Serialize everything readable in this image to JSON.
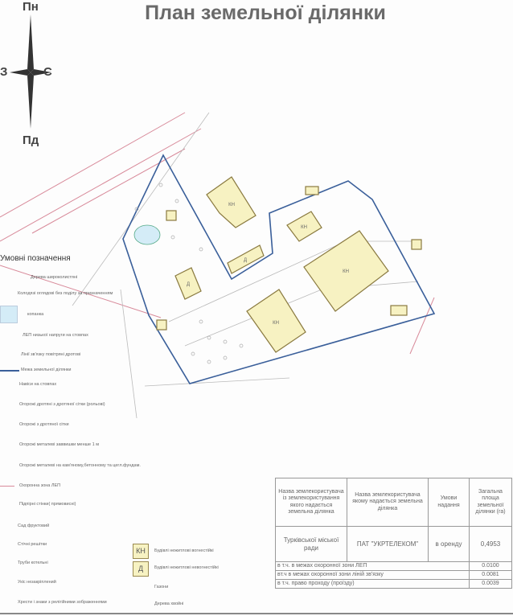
{
  "title": "План земельної ділянки",
  "compass": {
    "north": "Пн",
    "south": "Пд",
    "west": "З",
    "east": "С"
  },
  "legend": {
    "title": "Умовні позначення",
    "items": [
      "Дерева широколистяні",
      "Колодязі оглядові без поділу за призначенням",
      "копанка",
      "ЛЕП низької напруги на стовпах",
      "Лінії зв'язку повітряні дротові",
      "Межа земельної ділянки",
      "Навіси на стовпах",
      "Огорожі дротяні з дротяної сітки (рольові)",
      "Огорожі з дротяної сітки",
      "Огорожі металеві заввишки менше 1 м",
      "Огорожі металеві на кам'яному,бетонному та цегл.фундам.",
      "Охоронна зона ЛЕП",
      "Підпірні стінки( прямовисні)",
      "Сад фруктовий",
      "Стічні решітки",
      "Труби котельні",
      "Укіс незакріплений",
      "Хрести і знаки з релігійними зображеннями"
    ],
    "right_items": [
      {
        "code": "КН",
        "label": "Будівлі нежитлові вогнестійкі"
      },
      {
        "code": "Д",
        "label": "Будівлі нежитлові невогнестійкі"
      },
      {
        "code": "",
        "label": "Газони"
      },
      {
        "code": "",
        "label": "Дерева хвойні"
      }
    ]
  },
  "table": {
    "headers": [
      "Назва землекористувача із землекористування якого надається земельна ділянка",
      "Назва землекористувача якому надається земельна ділянка",
      "Умови надання",
      "Загальна площа земельної ділянки (га)"
    ],
    "row": [
      "Турківської міської ради",
      "ПАТ \"УКРТЕЛЕКОМ\"",
      "в оренду",
      "0,4953"
    ],
    "sub_rows": [
      {
        "label": "в т.ч. в межах охоронної зони ЛЕП",
        "value": "0.0100"
      },
      {
        "label": "вт.ч в межах охоронної зони ліній зв'язку",
        "value": "0.0081"
      },
      {
        "label": "в т.ч. право проходу (проїзду)",
        "value": "0.0039"
      }
    ]
  },
  "map": {
    "building_labels": [
      "КН",
      "КН",
      "КН",
      "КН",
      "Д",
      "Д"
    ]
  },
  "colors": {
    "boundary": "#3a5f9a",
    "building": "#f7f2c2",
    "lep": "#d88a9a",
    "pond": "#d4ecf7"
  }
}
